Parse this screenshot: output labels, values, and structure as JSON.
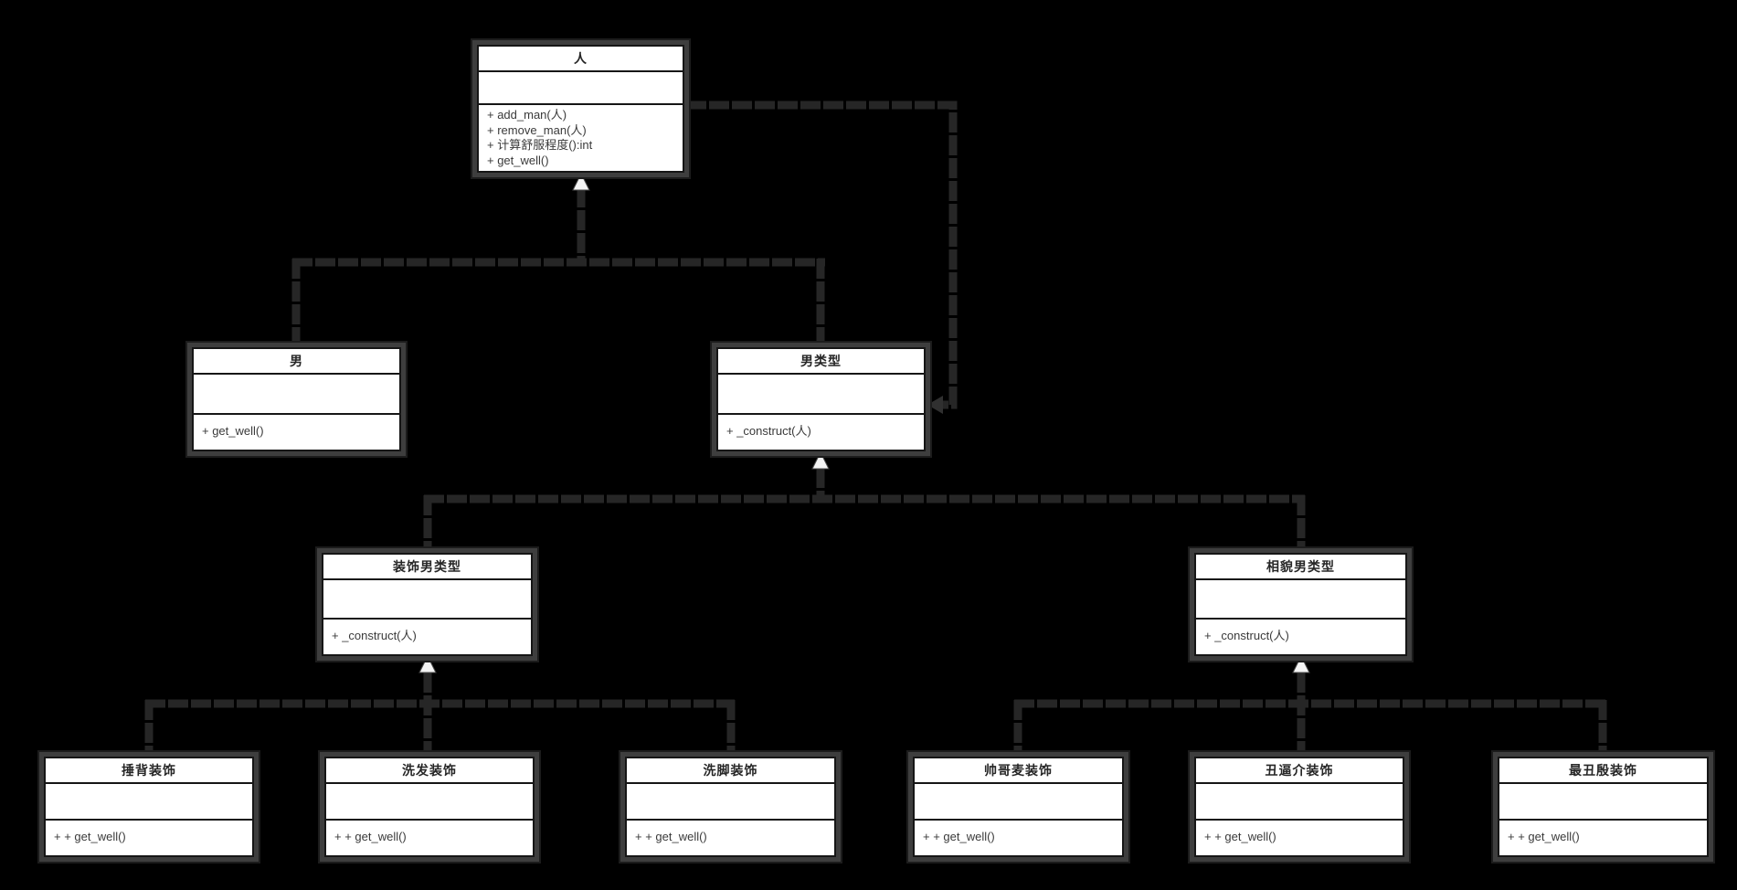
{
  "diagram": {
    "background_color": "#000000",
    "connector_color": "#262626",
    "box_fill_color": "#ffffff",
    "box_border_color": "#161616",
    "classes": [
      {
        "id": "person",
        "title": "人",
        "methods": [
          "+ add_man(人)",
          "+ remove_man(人)",
          "+ 计算舒服程度():int",
          "+ get_well()"
        ]
      },
      {
        "id": "man",
        "title": "男",
        "methods": [
          "+ get_well()"
        ]
      },
      {
        "id": "man-type",
        "title": "男类型",
        "methods": [
          "+ _construct(人)"
        ]
      },
      {
        "id": "decorate-man-type",
        "title": "装饰男类型",
        "methods": [
          "+ _construct(人)"
        ]
      },
      {
        "id": "appearance-man-type",
        "title": "相貌男类型",
        "methods": [
          "+ _construct(人)"
        ]
      },
      {
        "id": "chuibei",
        "title": "捶背装饰",
        "methods": [
          "+ + get_well()"
        ]
      },
      {
        "id": "xifa",
        "title": "洗发装饰",
        "methods": [
          "+ + get_well()"
        ]
      },
      {
        "id": "xijiao",
        "title": "洗脚装饰",
        "methods": [
          "+ + get_well()"
        ]
      },
      {
        "id": "shuaige",
        "title": "帅哥麦装饰",
        "methods": [
          "+ + get_well()"
        ]
      },
      {
        "id": "choubi",
        "title": "丑逼介装饰",
        "methods": [
          "+ + get_well()"
        ]
      },
      {
        "id": "zuichou",
        "title": "最丑殷装饰",
        "methods": [
          "+ + get_well()"
        ]
      }
    ]
  }
}
